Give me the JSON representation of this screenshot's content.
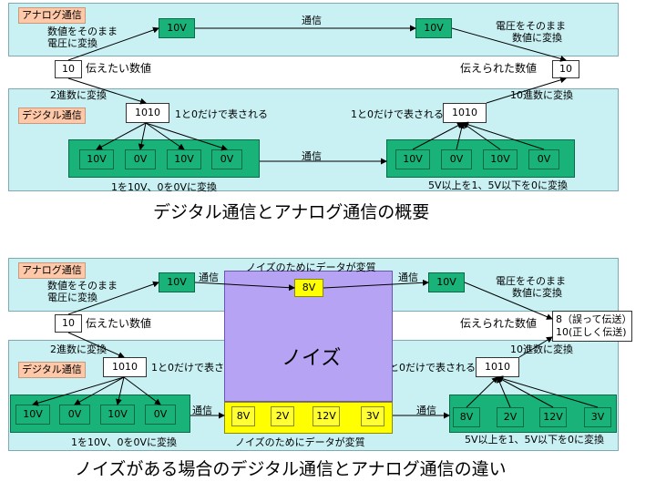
{
  "d1": {
    "analog_tag": "アナログ通信",
    "analog_note_left": [
      "数値をそのまま",
      "電圧に変換"
    ],
    "analog_box_left": "10V",
    "analog_comm": "通信",
    "analog_box_right": "10V",
    "analog_note_right": [
      "電圧をそのまま",
      "数値に変換"
    ],
    "input_value": "10",
    "input_label": "伝えたい数値",
    "output_label": "伝えられた数値",
    "output_value": "10",
    "to_binary": "2進数に変換",
    "to_decimal": "10進数に変換",
    "digital_tag": "デジタル通信",
    "binary_left": "1010",
    "binary_left_note": "1と0だけで表される",
    "binary_right_note": "1と0だけで表される",
    "binary_right": "1010",
    "left_cells": [
      "10V",
      "0V",
      "10V",
      "0V"
    ],
    "digital_comm": "通信",
    "right_cells": [
      "10V",
      "0V",
      "10V",
      "0V"
    ],
    "left_rule": "1を10V、0を0Vに変換",
    "right_rule": "5V以上を1、5V以下を0に変換",
    "caption": "デジタル通信とアナログ通信の概要"
  },
  "d2": {
    "analog_tag": "アナログ通信",
    "analog_note_left": [
      "数値をそのまま",
      "電圧に変換"
    ],
    "analog_box_left": "10V",
    "analog_comm_left": "通信",
    "noise_change_top": "ノイズのためにデータが変質",
    "noise_analog_value": "8V",
    "analog_comm_right": "通信",
    "analog_box_right": "10V",
    "analog_note_right": [
      "電圧をそのまま",
      "数値に変換"
    ],
    "input_value": "10",
    "input_label": "伝えたい数値",
    "noise_label": "ノイズ",
    "output_label": "伝えられた数値",
    "output_values": [
      "8（誤って伝送）",
      "10(正しく伝送)"
    ],
    "to_binary": "2進数に変換",
    "to_decimal": "10進数に変換",
    "digital_tag": "デジタル通信",
    "binary_left": "1010",
    "binary_left_note": "1と0だけで表される",
    "binary_right_note": "1と0だけで表される",
    "binary_right": "1010",
    "left_cells": [
      "10V",
      "0V",
      "10V",
      "0V"
    ],
    "digital_comm_left": "通信",
    "noise_cells": [
      "8V",
      "2V",
      "12V",
      "3V"
    ],
    "digital_comm_right": "通信",
    "right_cells": [
      "8V",
      "2V",
      "12V",
      "3V"
    ],
    "left_rule": "1を10V、0を0Vに変換",
    "noise_change_bottom": "ノイズのためにデータが変質",
    "right_rule": "5V以上を1、5V以下を0に変換",
    "caption": "ノイズがある場合のデジタル通信とアナログ通信の違い"
  }
}
